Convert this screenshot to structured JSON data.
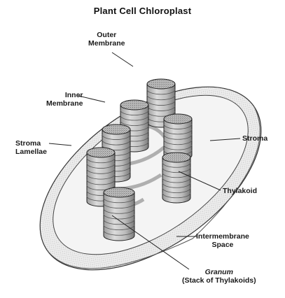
{
  "title": "Plant Cell Chloroplast",
  "labels": {
    "outer_membrane": [
      "Outer",
      "Membrane"
    ],
    "inner_membrane": [
      "Inner",
      "Membrane"
    ],
    "stroma_lamellae": [
      "Stroma",
      "Lamellae"
    ],
    "stroma": "Stroma",
    "thylakoid": "Thylakoid",
    "intermembrane_space": [
      "Intermembrane",
      "Space"
    ],
    "granum": "Granum",
    "granum_note": "(Stack of Thylakoids)"
  },
  "colors": {
    "outline": "#222222",
    "fill_light": "#eeeeee",
    "fill_mid": "#d2d2d2",
    "fill_dark": "#9a9a9a"
  }
}
